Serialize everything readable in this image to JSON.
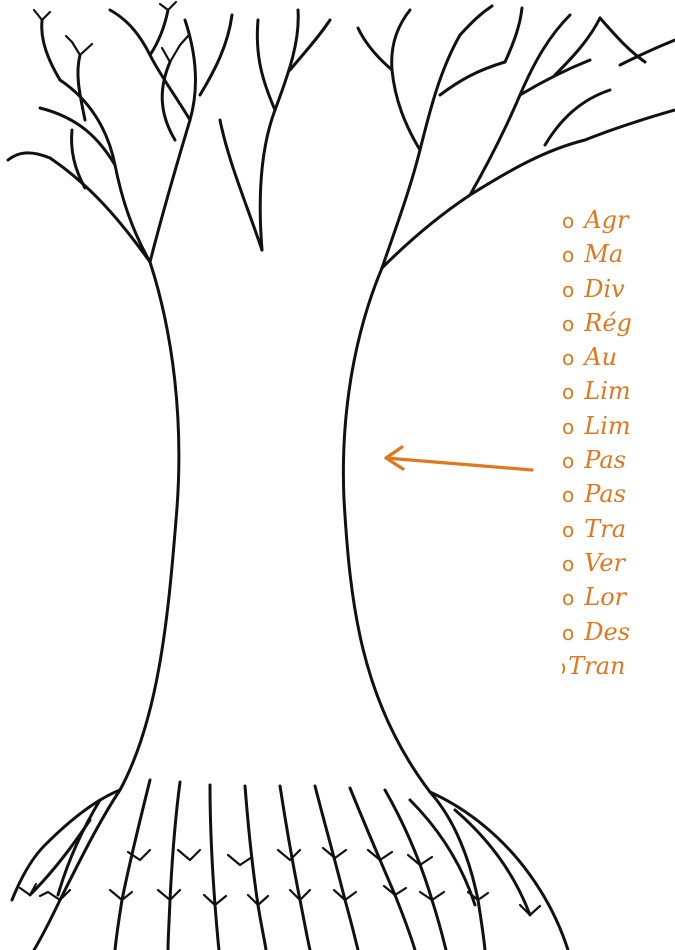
{
  "illustration": {
    "subject": "tree-with-branches-trunk-and-roots",
    "accent_color": "#e07820",
    "line_color": "#111111"
  },
  "list": {
    "items": [
      {
        "bullet": "o",
        "text": "Agr"
      },
      {
        "bullet": "o",
        "text": "Ma"
      },
      {
        "bullet": "o",
        "text": "Div"
      },
      {
        "bullet": "o",
        "text": "Rég"
      },
      {
        "bullet": "o",
        "text": "Au"
      },
      {
        "bullet": "o",
        "text": "Lim"
      },
      {
        "bullet": "o",
        "text": "Lim"
      },
      {
        "bullet": "o",
        "text": "Pas"
      },
      {
        "bullet": "o",
        "text": "Pas"
      },
      {
        "bullet": "o",
        "text": "Tra"
      },
      {
        "bullet": "o",
        "text": "Ver"
      },
      {
        "bullet": "o",
        "text": "Lor"
      },
      {
        "bullet": "o",
        "text": "Des"
      },
      {
        "bullet": "o",
        "text": "Tran"
      }
    ]
  }
}
